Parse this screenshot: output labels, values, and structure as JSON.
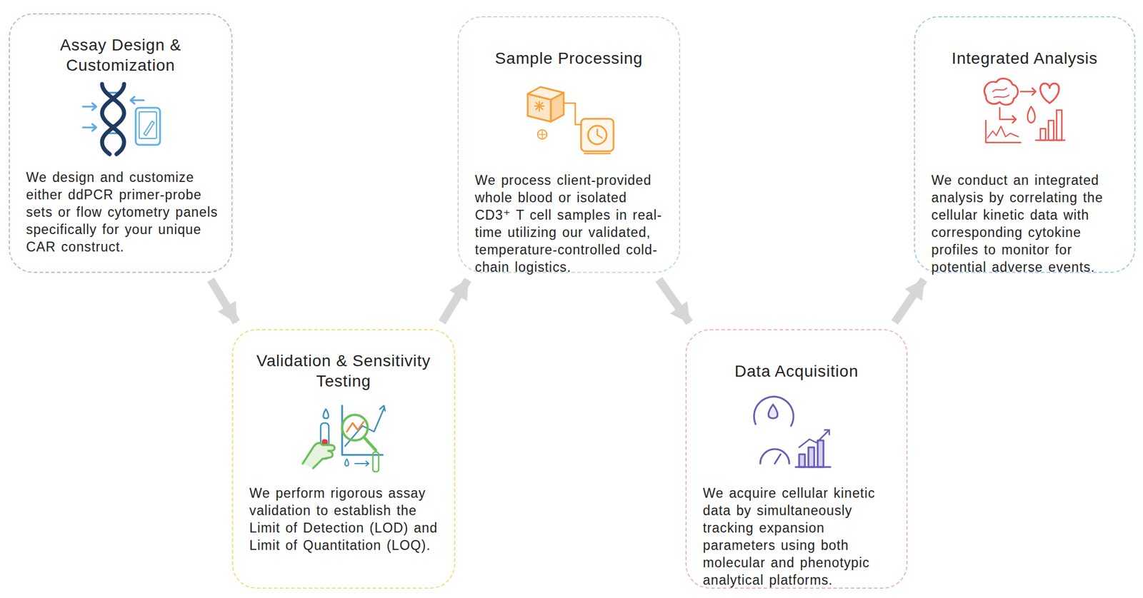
{
  "diagram": {
    "nodes": [
      {
        "text": [
          "Assay Design & Customization",
          "We design and customize either ddPCR primer-probe sets or flow cytometry panels specifically for your unique CAR construct."
        ]
      },
      {
        "text": [
          "Validation & Sensitivity Testing",
          "We perform rigorous assay validation to establish the Limit of Detection (LOD) and Limit of Quantitation (LOQ)."
        ]
      },
      {
        "text": [
          "Sample Processing",
          "We process client-provided whole blood or isolated CD3⁺ T cell samples in real-time utilizing our validated, temperature-controlled cold-chain logistics."
        ]
      },
      {
        "text": [
          "Data Acquisition",
          "We acquire cellular kinetic data by simultaneously tracking expansion parameters using both molecular and phenotypic analytical platforms."
        ]
      },
      {
        "text": [
          "Integrated Analysis",
          "We conduct an integrated analysis by correlating the cellular kinetic data with corresponding cytokine profiles to monitor for potential adverse events."
        ]
      }
    ],
    "edges": [
      {
        "from": 0,
        "to": 1,
        "arrow": "to"
      },
      {
        "from": 1,
        "to": 2,
        "arrow": "to"
      },
      {
        "from": 2,
        "to": 3,
        "arrow": "to"
      },
      {
        "from": 3,
        "to": 4,
        "arrow": "to"
      }
    ]
  }
}
